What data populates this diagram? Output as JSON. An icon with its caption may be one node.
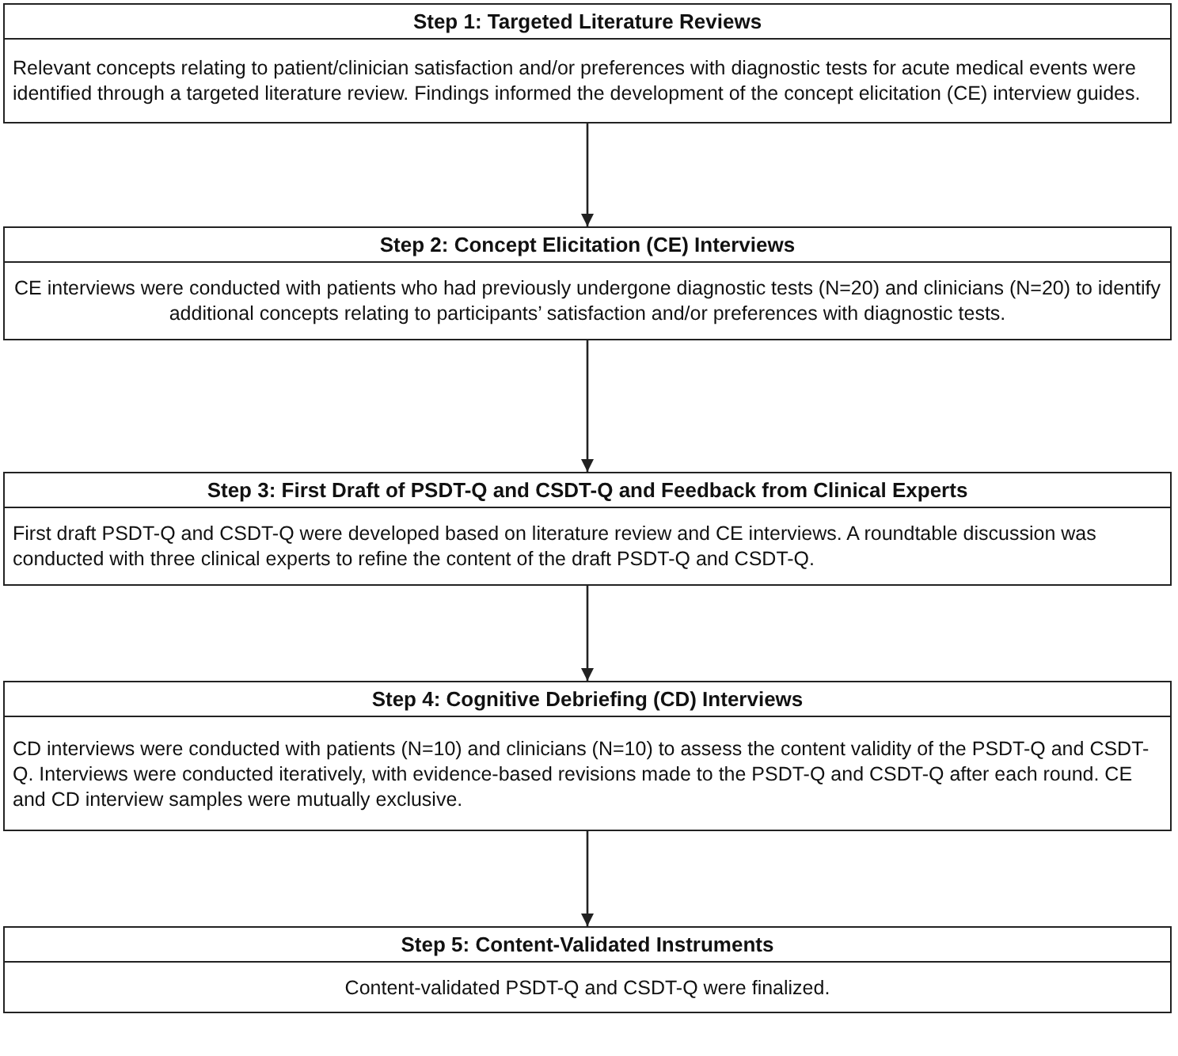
{
  "diagram": {
    "nodes": [
      {
        "text": [
          "Step 1: Targeted Literature Reviews",
          "Relevant concepts relating to patient/clinician satisfaction and/or preferences with diagnostic tests for acute medical events were identified through a targeted literature review. Findings informed the development of the concept elicitation (CE) interview guides."
        ]
      },
      {
        "text": [
          "Step 2: Concept Elicitation (CE) Interviews",
          "CE interviews were conducted with patients who had previously undergone diagnostic tests (N=20) and clinicians (N=20) to identify additional concepts relating to participants’ satisfaction and/or preferences with diagnostic tests."
        ]
      },
      {
        "text": [
          "Step 3: First Draft of PSDT-Q and CSDT-Q and Feedback from Clinical Experts",
          "First draft PSDT-Q and CSDT-Q were developed based on literature review and CE interviews. A roundtable discussion was conducted with three clinical experts to refine the content of the draft PSDT-Q and CSDT-Q."
        ]
      },
      {
        "text": [
          "Step 4: Cognitive Debriefing (CD) Interviews",
          "CD interviews were conducted with patients (N=10) and clinicians (N=10) to assess the content validity of the PSDT-Q and CSDT-Q. Interviews were conducted iteratively, with evidence-based revisions made to the PSDT-Q and CSDT-Q after each round. CE and CD interview samples were mutually exclusive."
        ]
      },
      {
        "text": [
          "Step 5: Content-Validated Instruments",
          "Content-validated PSDT-Q and CSDT-Q were finalized."
        ]
      }
    ],
    "edges": [
      {
        "from": 0,
        "to": 1,
        "arrow": "to"
      },
      {
        "from": 1,
        "to": 2,
        "arrow": "to"
      },
      {
        "from": 2,
        "to": 3,
        "arrow": "to"
      },
      {
        "from": 3,
        "to": 4,
        "arrow": "to"
      }
    ]
  }
}
